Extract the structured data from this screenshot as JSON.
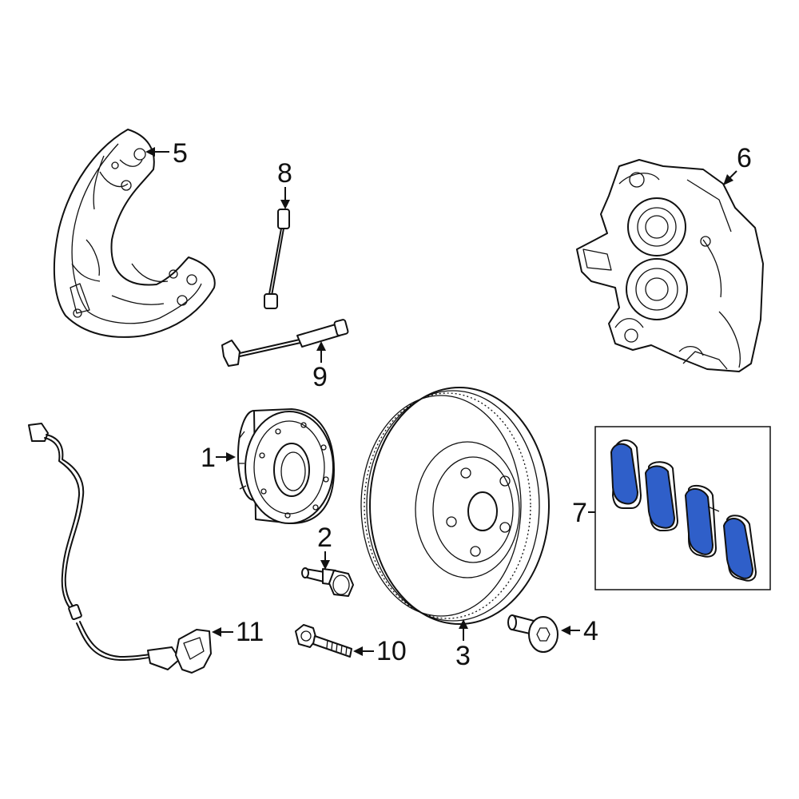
{
  "callouts": {
    "c1": "1",
    "c2": "2",
    "c3": "3",
    "c4": "4",
    "c5": "5",
    "c6": "6",
    "c7": "7",
    "c8": "8",
    "c9": "9",
    "c10": "10",
    "c11": "11"
  },
  "colors": {
    "highlight": "#2f5fc9",
    "line": "#111111",
    "background": "#ffffff"
  }
}
